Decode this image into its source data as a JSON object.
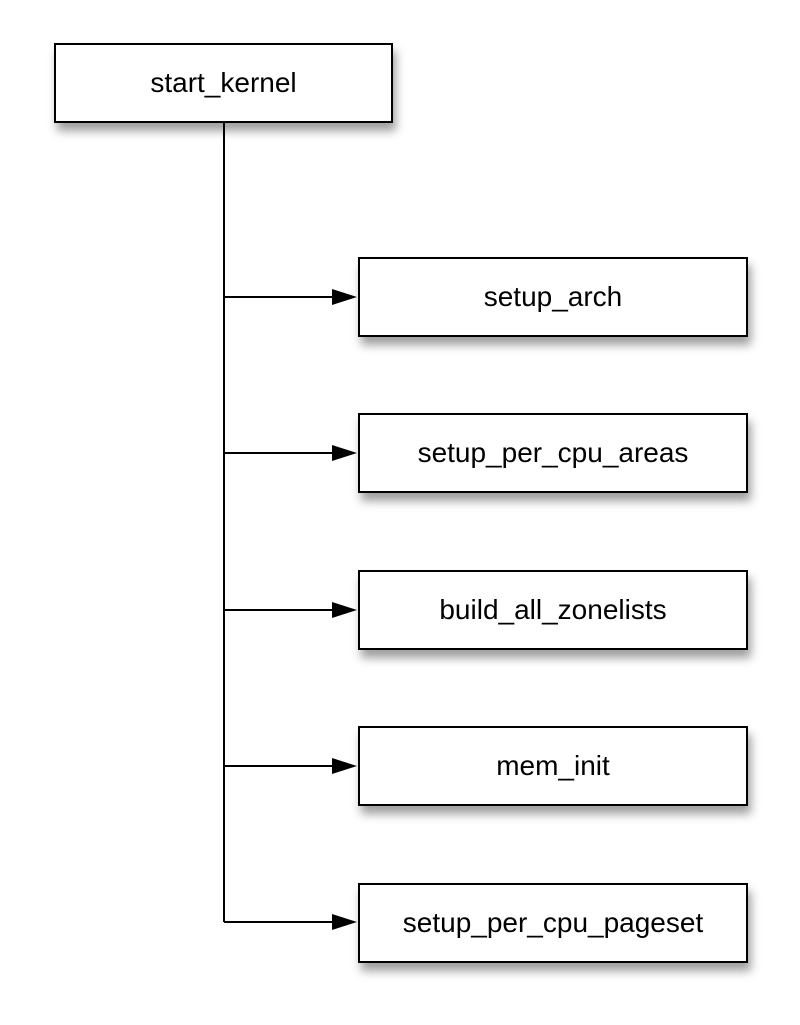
{
  "diagram": {
    "root": {
      "label": "start_kernel"
    },
    "children": [
      {
        "label": "setup_arch"
      },
      {
        "label": "setup_per_cpu_areas"
      },
      {
        "label": "build_all_zonelists"
      },
      {
        "label": "mem_init"
      },
      {
        "label": "setup_per_cpu_pageset"
      }
    ],
    "colors": {
      "line": "#000000",
      "box_fill": "#ffffff",
      "box_border": "#000000"
    }
  }
}
